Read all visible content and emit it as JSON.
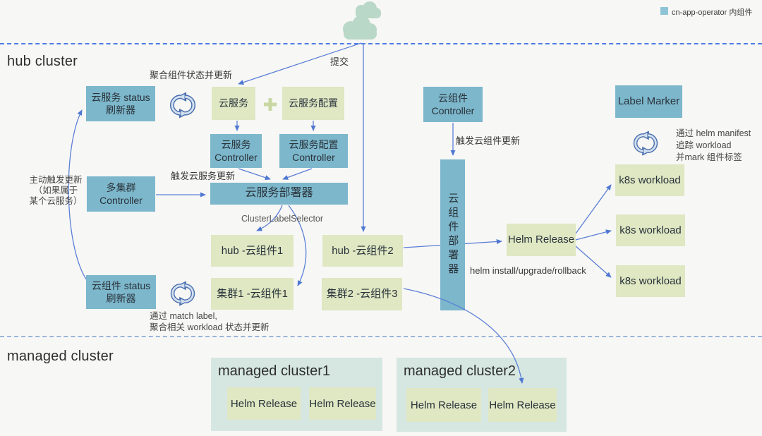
{
  "legend": {
    "label": "cn-app-operator 内组件",
    "swatch_color": "#8ec4d7"
  },
  "headings": {
    "hub": "hub cluster",
    "managed": "managed cluster"
  },
  "cloud": {
    "submit_label": "提交"
  },
  "annotations": {
    "aggregate_status": "聚合组件状态并更新",
    "proactive_line1": "主动触发更新",
    "proactive_line2": "（如果属于",
    "proactive_line3": "某个云服务）",
    "trigger_service": "触发云服务更新",
    "cluster_label_selector": "ClusterLabelSelector",
    "trigger_component": "触发云组件更新",
    "helm_ops": "helm install/upgrade/rollback",
    "match_line1": "通过 match label,",
    "match_line2": "聚合相关 workload 状态并更新",
    "marker_line1": "通过 helm manifest",
    "marker_line2": "追踪 workload",
    "marker_line3": "并mark 组件标签"
  },
  "nodes": {
    "svc_status_refresher_line1": "云服务 status",
    "svc_status_refresher_line2": "刷新器",
    "svc": "云服务",
    "svc_config": "云服务配置",
    "svc_controller_line1": "云服务",
    "svc_controller_line2": "Controller",
    "svc_config_controller_line1": "云服务配置",
    "svc_config_controller_line2": "Controller",
    "multi_cluster_line1": "多集群",
    "multi_cluster_line2": "Controller",
    "svc_deployer": "云服务部署器",
    "comp_controller_line1": "云组件",
    "comp_controller_line2": "Controller",
    "comp_deployer": "云组件部署器",
    "label_marker": "Label Marker",
    "hub_comp1": "hub -云组件1",
    "hub_comp2": "hub -云组件2",
    "cluster1_comp1": "集群1 -云组件1",
    "cluster2_comp3": "集群2 -云组件3",
    "comp_status_refresher_line1": "云组件 status",
    "comp_status_refresher_line2": "刷新器",
    "helm_release": "Helm Release",
    "k8s_workload": "k8s workload"
  },
  "managed_clusters": [
    {
      "title": "managed cluster1",
      "releases": [
        "Helm Release",
        "Helm Release"
      ]
    },
    {
      "title": "managed cluster2",
      "releases": [
        "Helm Release",
        "Helm Release"
      ]
    }
  ],
  "colors": {
    "teal_box": "#7db7cc",
    "green_box": "#dfe7c3",
    "mint_container": "#d6e7e2",
    "cloud_icon": "#b9d8c7",
    "arrow": "#4f78d2",
    "dash_top": "#4d7ce8",
    "dash_bottom": "#9cb4da"
  }
}
